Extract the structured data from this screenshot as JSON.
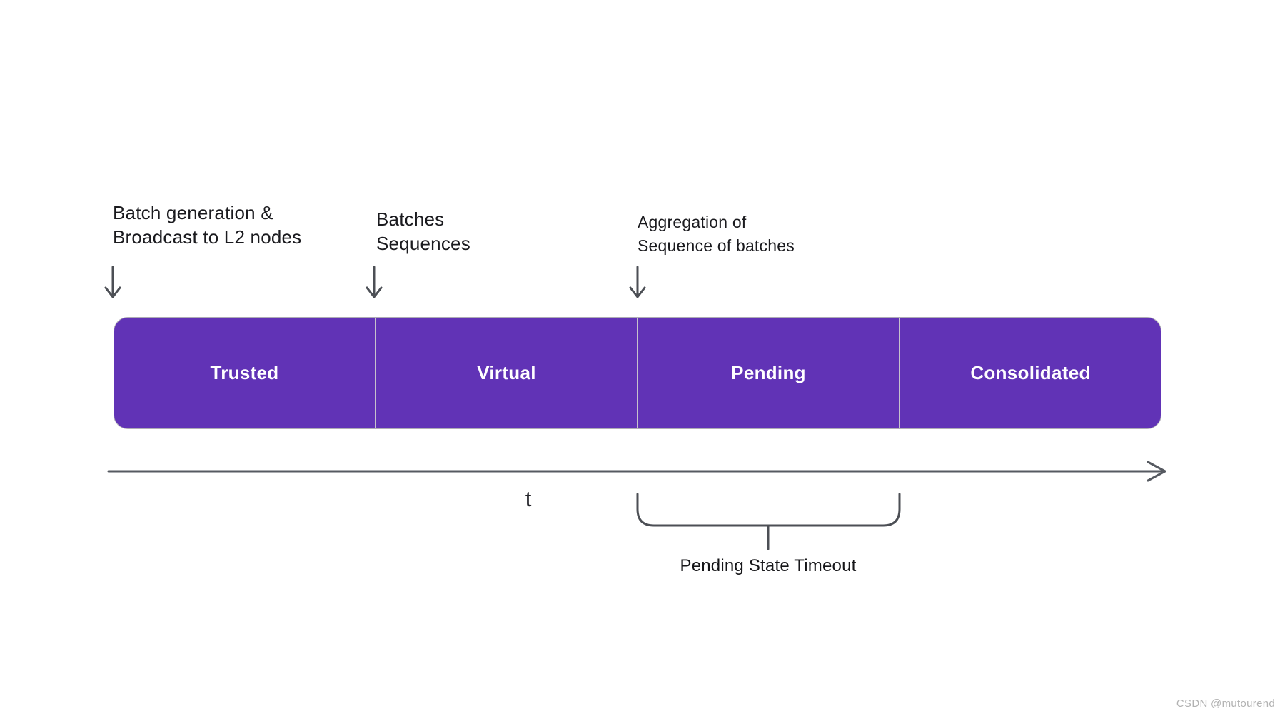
{
  "diagram": {
    "annotations": [
      {
        "lines": [
          "Batch generation &",
          "Broadcast to L2 nodes"
        ]
      },
      {
        "lines": [
          "Batches",
          "Sequences"
        ]
      },
      {
        "lines": [
          "Aggregation of",
          "Sequence of batches"
        ]
      }
    ],
    "stages": [
      {
        "label": "Trusted"
      },
      {
        "label": "Virtual"
      },
      {
        "label": "Pending"
      },
      {
        "label": "Consolidated"
      }
    ],
    "time_axis_label": "t",
    "brace_label": "Pending State Timeout",
    "colors": {
      "stage_bar": "#6133b6",
      "stage_text": "#ffffff",
      "divider": "#c6c2cc",
      "stroke": "#4c4f55",
      "annotation_text": "#1b1b1f",
      "watermark": "#b2b2b2"
    }
  },
  "watermark": {
    "text": "CSDN @mutourend"
  }
}
